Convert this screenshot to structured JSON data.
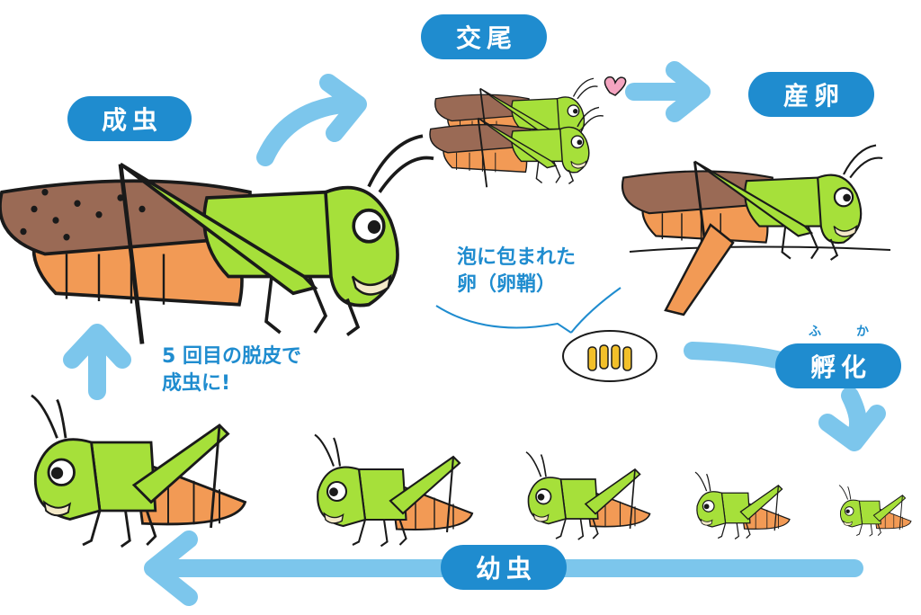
{
  "labels": {
    "adult": "成虫",
    "mating": "交尾",
    "laying": "産卵",
    "hatching": "孵化",
    "hatching_ruby_fu": "ふ",
    "hatching_ruby_ka": "か",
    "nymph": "幼虫"
  },
  "notes": {
    "egg_line1": "泡に包まれた",
    "egg_line2": "卵（卵鞘）",
    "molt_line1": "5 回目の脱皮で",
    "molt_line2": "成虫に!"
  },
  "colors": {
    "label_bg": "#1f8ccf",
    "arrow": "#7cc6ec",
    "body_green": "#a6e03a",
    "wing_brown": "#9a6a55",
    "abdomen_orange": "#f29a55",
    "egg_yellow": "#f2c02a"
  }
}
